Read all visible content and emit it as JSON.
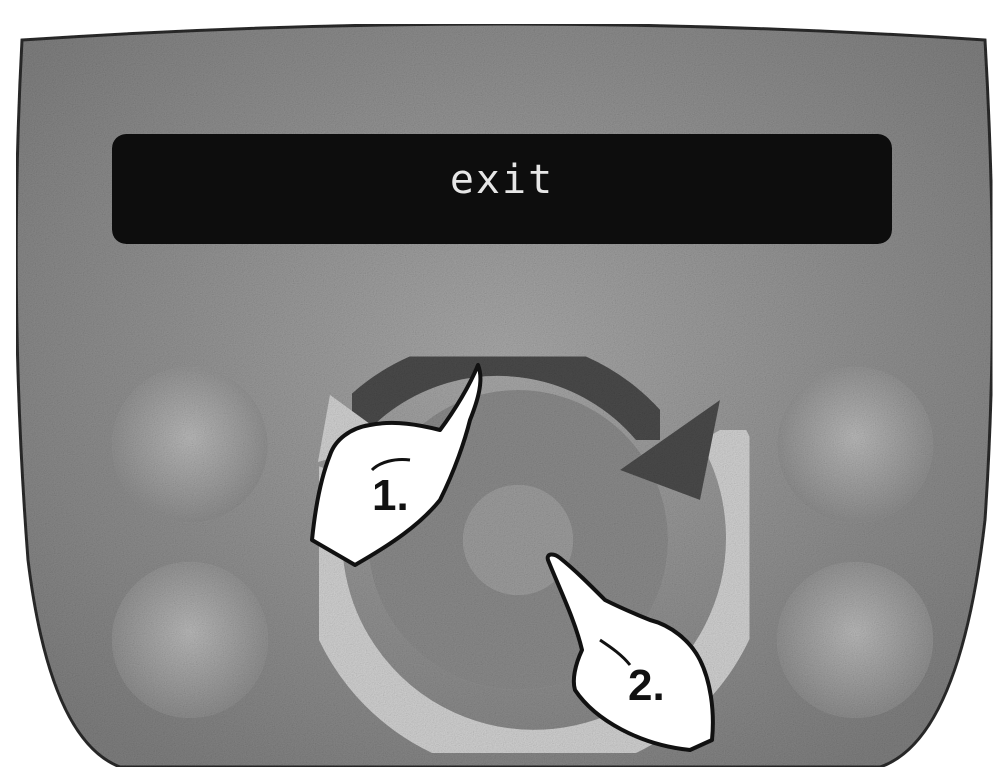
{
  "display": {
    "text": "exit"
  },
  "steps": [
    {
      "label": "1."
    },
    {
      "label": "2."
    }
  ],
  "icons": {
    "rotation": "clockwise-arrow-icon",
    "first_hand": "pointing-hand-icon",
    "second_hand": "pointing-hand-icon"
  },
  "colors": {
    "panel": "#9a9a9a",
    "display_bg": "#0d0d0d",
    "display_text": "#e6e6e6",
    "arrow_ring": "#c8c8c8",
    "arrow_dark": "#4a4a4a"
  }
}
